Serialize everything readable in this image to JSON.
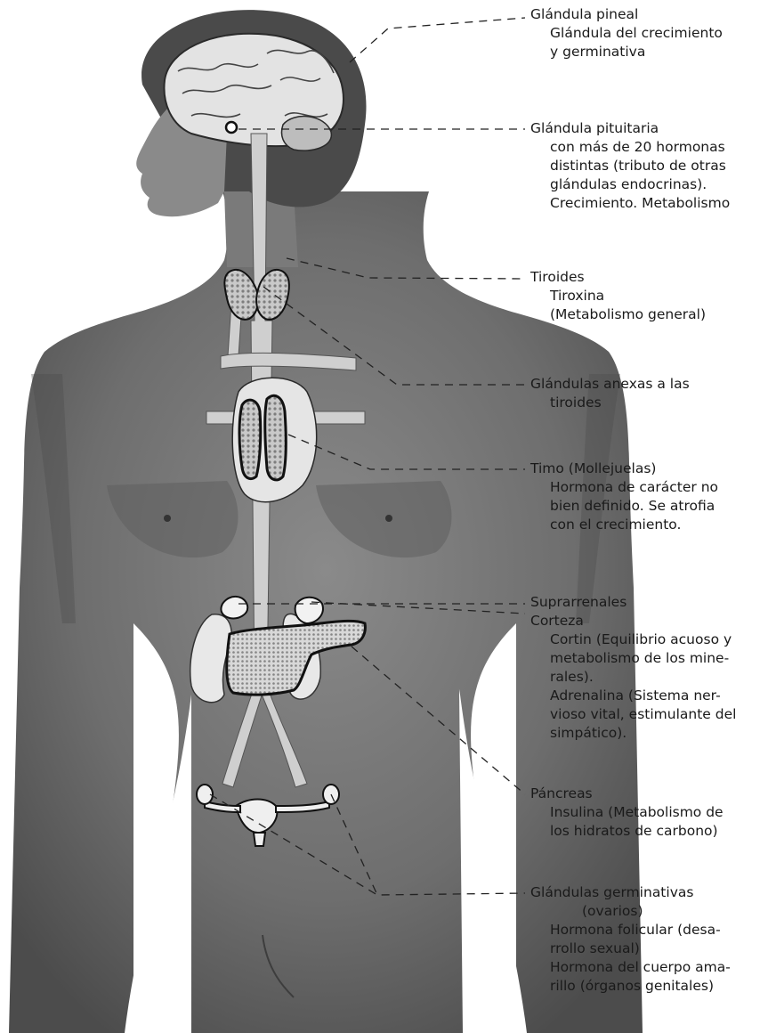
{
  "labels": {
    "pineal": {
      "title": "Glándula pineal",
      "lines": [
        "Glándula del crecimiento",
        "y germinativa"
      ]
    },
    "pituitaria": {
      "title": "Glándula pituitaria",
      "lines": [
        "con más de 20 hormonas",
        "distintas (tributo de otras",
        "glándulas endocrinas).",
        "Crecimiento. Metabolismo"
      ]
    },
    "tiroides": {
      "title": "Tiroides",
      "lines": [
        "Tiroxina",
        "(Metabolismo general)"
      ]
    },
    "anexas": {
      "title": "Glándulas anexas a las",
      "lines": [
        "tiroides"
      ]
    },
    "timo": {
      "title": "Timo (Mollejuelas)",
      "lines": [
        "Hormona de carácter no",
        "bien definido. Se atrofia",
        "con el crecimiento."
      ]
    },
    "suprarrenales": {
      "title": "Suprarrenales",
      "subtitle": "Corteza",
      "lines": [
        "Cortin (Equilibrio acuoso y",
        "metabolismo de los mine-",
        "rales).",
        "Adrenalina (Sistema ner-",
        "vioso vital, estimulante del",
        "simpático)."
      ]
    },
    "pancreas": {
      "title": "Páncreas",
      "lines": [
        "Insulina (Metabolismo de",
        "los hidratos de carbono)"
      ]
    },
    "germinativas": {
      "title": "Glándulas germinativas",
      "subtitle": "(ovarios)",
      "lines": [
        "Hormona folicular (desa-",
        "rrollo sexual)",
        "Hormona del cuerpo ama-",
        "rillo (órganos genitales)"
      ]
    }
  }
}
